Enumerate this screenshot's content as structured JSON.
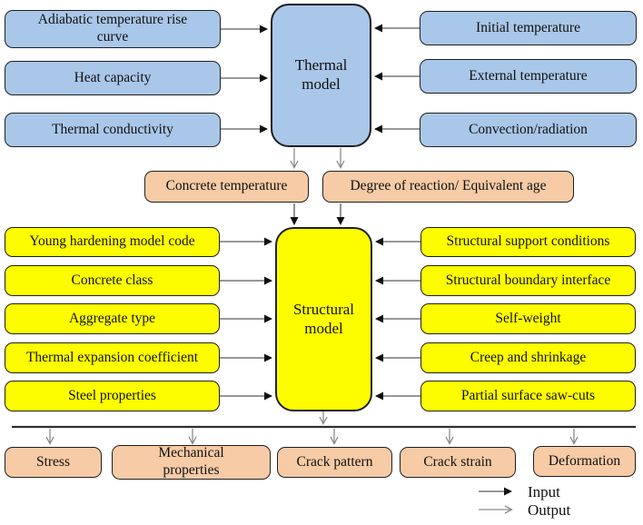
{
  "thermal": {
    "label": "Thermal model",
    "left_inputs": [
      "Adiabatic temperature rise curve",
      "Heat capacity",
      "Thermal conductivity"
    ],
    "right_inputs": [
      "Initial temperature",
      "External temperature",
      "Convection/radiation"
    ]
  },
  "intermediate": [
    "Concrete temperature",
    "Degree of reaction/ Equivalent age"
  ],
  "structural": {
    "label": "Structural model",
    "left_inputs": [
      "Young hardening model code",
      "Concrete class",
      "Aggregate type",
      "Thermal expansion coefficient",
      "Steel properties"
    ],
    "right_inputs": [
      "Structural support conditions",
      "Structural boundary interface",
      "Self-weight",
      "Creep and shrinkage",
      "Partial surface saw-cuts"
    ]
  },
  "outputs": [
    "Stress",
    "Mechanical properties",
    "Crack pattern",
    "Crack strain",
    "Deformation"
  ],
  "legend": {
    "input_label": "Input",
    "output_label": "Output"
  },
  "colors": {
    "thermal_box": "#a9c7e8",
    "structural_box": "#fdfd00",
    "result_box": "#f6cba6",
    "box_border": "#1f1f1f",
    "input_arrow": "#5a5a5a",
    "output_arrow": "#8a8a8a"
  }
}
